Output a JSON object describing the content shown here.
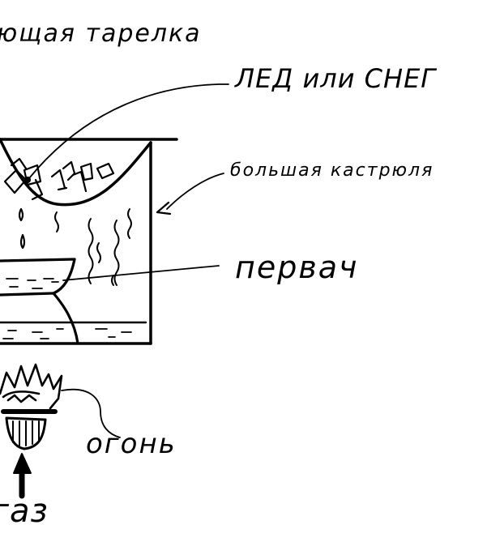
{
  "diagram": {
    "labels": {
      "plate": "ющая тарелка",
      "ice_or_snow": "ЛЕД или СНЕГ",
      "big_pot": "большая кастрюля",
      "pervach": "первач",
      "fire": "огонь",
      "gas": "газ"
    },
    "colors": {
      "ink": "#000000",
      "paper": "#ffffff"
    }
  }
}
